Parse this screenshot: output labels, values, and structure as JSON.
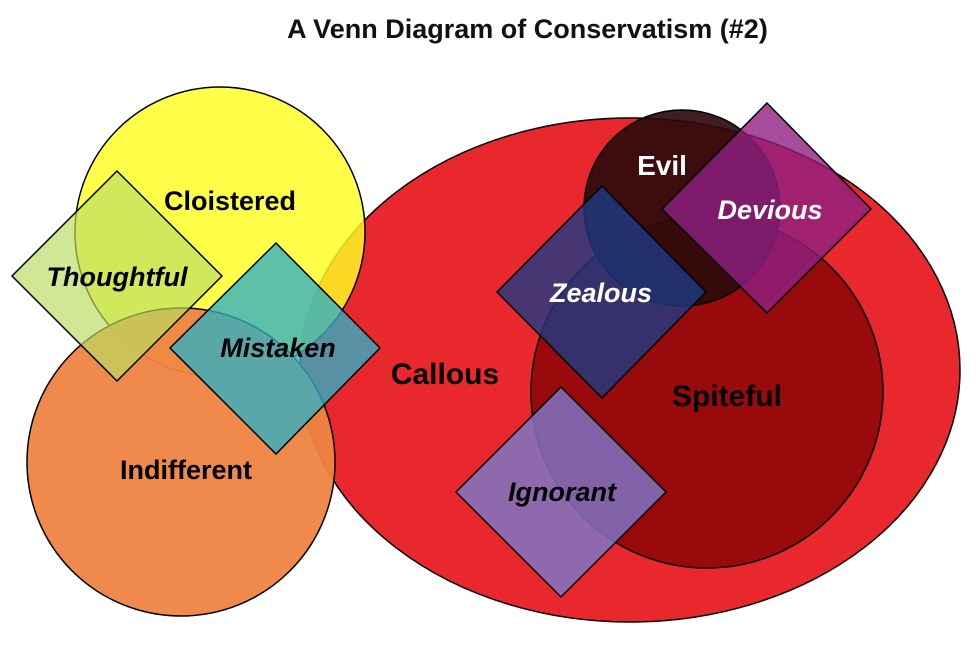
{
  "title": "A Venn Diagram of Conservatism (#2)",
  "colors": {
    "callous": "#e8282d",
    "spiteful": "#980a0c",
    "evil": "#2e0b0c",
    "cloistered": "#ffff22",
    "indifferent": "#ee8442",
    "thoughtful": "#b9dd62",
    "mistaken": "#2fb0c4",
    "zealous": "#1b3b86",
    "devious": "#8f1f82",
    "ignorant": "#7f73c4"
  },
  "labels": {
    "callous": "Callous",
    "spiteful": "Spiteful",
    "evil": "Evil",
    "cloistered": "Cloistered",
    "indifferent": "Indifferent",
    "thoughtful": "Thoughtful",
    "mistaken": "Mistaken",
    "zealous": "Zealous",
    "devious": "Devious",
    "ignorant": "Ignorant"
  }
}
